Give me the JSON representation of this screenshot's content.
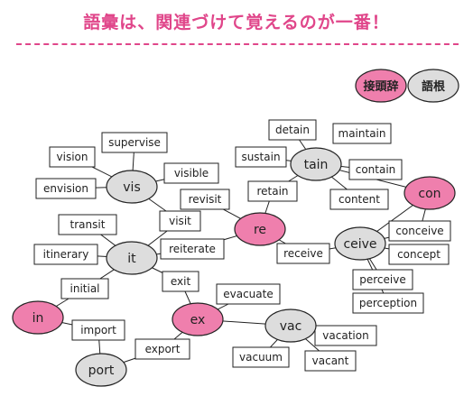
{
  "title": "語彙は、関連づけて覚えるのが一番！",
  "legend": {
    "prefix": "接頭辞",
    "root": "語根"
  },
  "colors": {
    "prefix": "#ef7fad",
    "root": "#dddddd",
    "accent": "#e0468a"
  },
  "nodes": [
    {
      "id": "vis",
      "label": "vis",
      "kind": "root"
    },
    {
      "id": "it",
      "label": "it",
      "kind": "root"
    },
    {
      "id": "in",
      "label": "in",
      "kind": "prefix"
    },
    {
      "id": "port",
      "label": "port",
      "kind": "root"
    },
    {
      "id": "ex",
      "label": "ex",
      "kind": "prefix"
    },
    {
      "id": "vac",
      "label": "vac",
      "kind": "root"
    },
    {
      "id": "re",
      "label": "re",
      "kind": "prefix"
    },
    {
      "id": "tain",
      "label": "tain",
      "kind": "root"
    },
    {
      "id": "con",
      "label": "con",
      "kind": "prefix"
    },
    {
      "id": "ceive",
      "label": "ceive",
      "kind": "root"
    }
  ],
  "words": [
    {
      "id": "vision",
      "label": "vision"
    },
    {
      "id": "supervise",
      "label": "supervise"
    },
    {
      "id": "envision",
      "label": "envision"
    },
    {
      "id": "visible",
      "label": "visible"
    },
    {
      "id": "revisit",
      "label": "revisit"
    },
    {
      "id": "visit",
      "label": "visit"
    },
    {
      "id": "transit",
      "label": "transit"
    },
    {
      "id": "itinerary",
      "label": "itinerary"
    },
    {
      "id": "reiterate",
      "label": "reiterate"
    },
    {
      "id": "initial",
      "label": "initial"
    },
    {
      "id": "exit",
      "label": "exit"
    },
    {
      "id": "import",
      "label": "import"
    },
    {
      "id": "export",
      "label": "export"
    },
    {
      "id": "evacuate",
      "label": "evacuate"
    },
    {
      "id": "vacuum",
      "label": "vacuum"
    },
    {
      "id": "vacation",
      "label": "vacation"
    },
    {
      "id": "vacant",
      "label": "vacant"
    },
    {
      "id": "detain",
      "label": "detain"
    },
    {
      "id": "maintain",
      "label": "maintain"
    },
    {
      "id": "sustain",
      "label": "sustain"
    },
    {
      "id": "retain",
      "label": "retain"
    },
    {
      "id": "contain",
      "label": "contain"
    },
    {
      "id": "content",
      "label": "content"
    },
    {
      "id": "receive",
      "label": "receive"
    },
    {
      "id": "conceive",
      "label": "conceive"
    },
    {
      "id": "concept",
      "label": "concept"
    },
    {
      "id": "perceive",
      "label": "perceive"
    },
    {
      "id": "perception",
      "label": "perception"
    }
  ],
  "links": [
    [
      "vis",
      "vision"
    ],
    [
      "vis",
      "supervise"
    ],
    [
      "vis",
      "envision"
    ],
    [
      "vis",
      "visible"
    ],
    [
      "vis",
      "visit"
    ],
    [
      "it",
      "transit"
    ],
    [
      "it",
      "itinerary"
    ],
    [
      "it",
      "visit"
    ],
    [
      "it",
      "reiterate"
    ],
    [
      "it",
      "initial"
    ],
    [
      "it",
      "exit"
    ],
    [
      "in",
      "initial"
    ],
    [
      "in",
      "import"
    ],
    [
      "port",
      "import"
    ],
    [
      "port",
      "export"
    ],
    [
      "ex",
      "exit"
    ],
    [
      "ex",
      "export"
    ],
    [
      "ex",
      "evacuate"
    ],
    [
      "ex",
      "vac"
    ],
    [
      "vac",
      "vacuum"
    ],
    [
      "vac",
      "vacation"
    ],
    [
      "vac",
      "vacant"
    ],
    [
      "re",
      "revisit"
    ],
    [
      "re",
      "reiterate"
    ],
    [
      "re",
      "retain"
    ],
    [
      "re",
      "receive"
    ],
    [
      "tain",
      "detain"
    ],
    [
      "tain",
      "sustain"
    ],
    [
      "tain",
      "retain"
    ],
    [
      "tain",
      "contain"
    ],
    [
      "tain",
      "content"
    ],
    [
      "tain",
      "con"
    ],
    [
      "con",
      "ceive"
    ],
    [
      "con",
      "conceive"
    ],
    [
      "ceive",
      "receive"
    ],
    [
      "ceive",
      "conceive"
    ],
    [
      "ceive",
      "concept"
    ],
    [
      "ceive",
      "perceive"
    ],
    [
      "ceive",
      "perception"
    ]
  ]
}
